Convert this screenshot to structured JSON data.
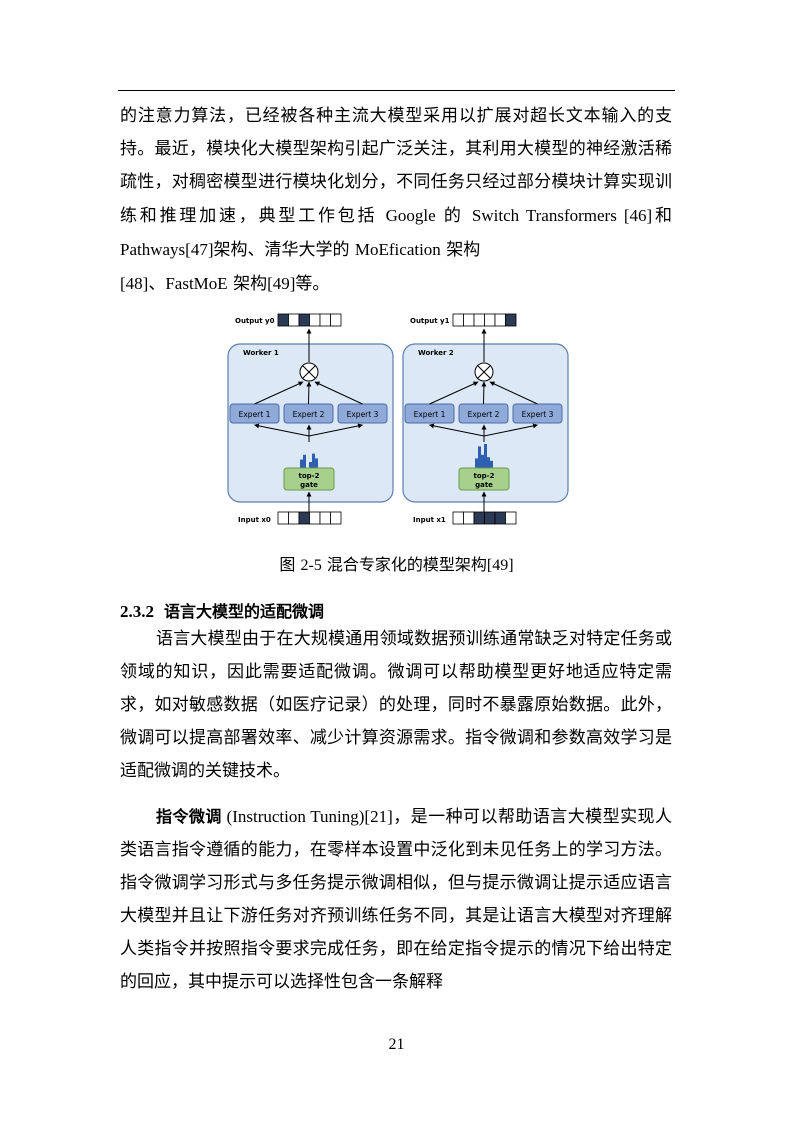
{
  "paragraph1": {
    "t1": "的注意力算法，已经被各种主流大模型采用以扩展对超长文本输入的支持。最近，模块化大模型架构引起广泛关注，其利用大模型的神经激活稀疏性，对稠密模型进行模块化划分，不同任务只经过部分模块计算实现训练和推理加速，典型工作包括 ",
    "google": "Google",
    "t2": " 的 ",
    "switch": "Switch Transformers [46]",
    "t3": "和 ",
    "pathways": "Pathways[47]",
    "t4": "架构、清华大学的 ",
    "moefication": "MoEfication",
    "t5": " 架构",
    "ref48": "[48]",
    "t6": "、",
    "fastmoe": "FastMoE",
    "t7": " 架构",
    "ref49": "[49]",
    "t8": "等。"
  },
  "figure": {
    "caption_prefix": "图 ",
    "caption_num": "2-5",
    "caption_text": "  混合专家化的模型架构",
    "caption_ref": "[49]",
    "workers": [
      {
        "title": "Worker 1",
        "output_label": "Output y0",
        "input_label": "Input x0",
        "experts": [
          "Expert 1",
          "Expert 2",
          "Expert 3"
        ],
        "gate_label_1": "top-2",
        "gate_label_2": "gate"
      },
      {
        "title": "Worker 2",
        "output_label": "Output y1",
        "input_label": "Input x1",
        "experts": [
          "Expert 1",
          "Expert 2",
          "Expert 3"
        ],
        "gate_label_1": "top-2",
        "gate_label_2": "gate"
      }
    ],
    "colors": {
      "worker_bg": "#dce8f5",
      "worker_border": "#5b7fb0",
      "expert_fill": "#8fa9d9",
      "expert_border": "#4a6aa8",
      "gate_fill": "#a8d08d",
      "gate_border": "#6a9a4a",
      "bar_color": "#2e5fb0",
      "cell_dark": "#2b3a55"
    }
  },
  "section": {
    "number": "2.3.2",
    "title": "语言大模型的适配微调"
  },
  "paragraph2": {
    "text": "语言大模型由于在大规模通用领域数据预训练通常缺乏对特定任务或领域的知识，因此需要适配微调。微调可以帮助模型更好地适应特定需求，如对敏感数据（如医疗记录）的处理，同时不暴露原始数据。此外，微调可以提高部署效率、减少计算资源需求。指令微调和参数高效学习是适配微调的关键技术。"
  },
  "paragraph3": {
    "term": "指令微调",
    "english": " (Instruction Tuning)[21]",
    "text": "，是一种可以帮助语言大模型实现人类语言指令遵循的能力，在零样本设置中泛化到未见任务上的学习方法。指令微调学习形式与多任务提示微调相似，但与提示微调让提示适应语言大模型并且让下游任务对齐预训练任务不同，其是让语言大模型对齐理解人类指令并按照指令要求完成任务，即在给定指令提示的情况下给出特定的回应，其中提示可以选择性包含一条解释"
  },
  "page_number": "21"
}
